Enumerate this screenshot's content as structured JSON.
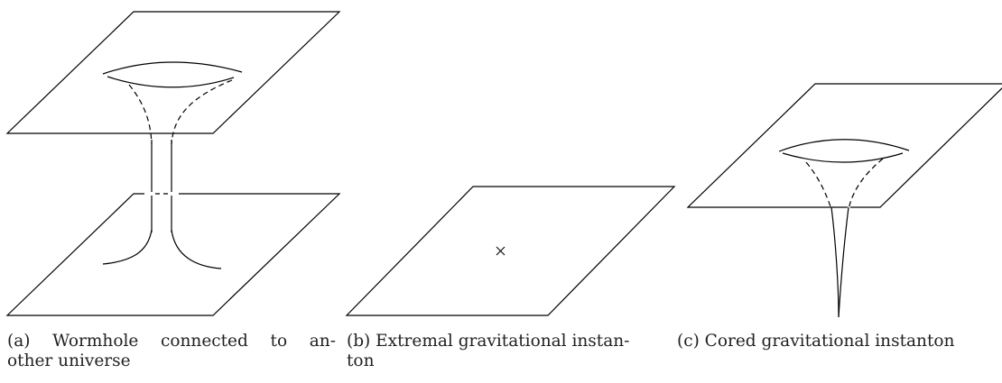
{
  "figure": {
    "panel_a": {
      "caption_words": [
        "(a)",
        "Wormhole",
        "connected",
        "to",
        "an-"
      ],
      "caption_line2": "other universe"
    },
    "panel_b": {
      "caption_line1": "(b) Extremal gravitational instan-",
      "caption_line2": "ton"
    },
    "panel_c": {
      "caption_line1": "(c) Cored gravitational instanton"
    },
    "colors": {
      "stroke": "#000000",
      "background": "#ffffff",
      "text": "#222222"
    }
  }
}
